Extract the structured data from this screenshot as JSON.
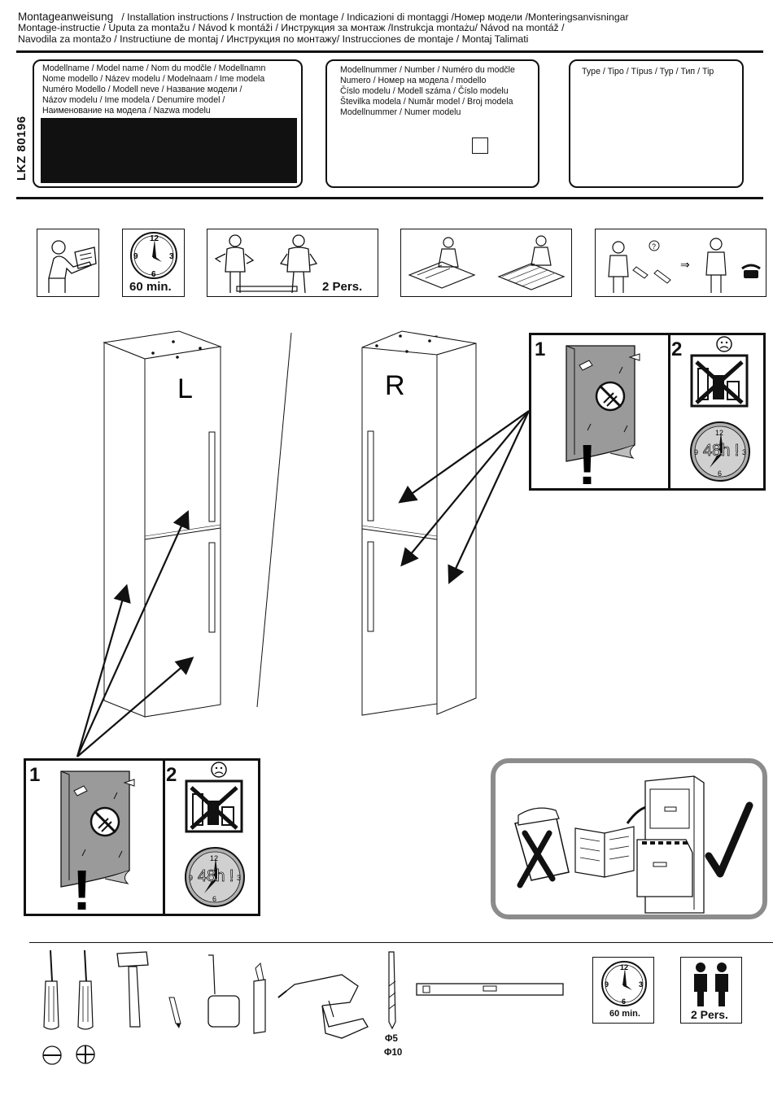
{
  "header": {
    "line1_title": "Montageanweisung",
    "line1_rest": "/ Installation instructions / Instruction de montage / Indicazioni di montaggi /Номер модели /Monteringsanvisningar",
    "line2": "Montage-instructie / Uputa za montažu / Návod k montáži / Инструкция за монтаж /Instrukcja montażu/ Návod na montáž /",
    "line3": "Navodila za montažo / Instructiune de montaj / Инструкция по монтажу/ Instrucciones de montaje / Montaj Talimati"
  },
  "model_code": "LKZ 80196",
  "model_name_box": {
    "lines": [
      "Modellname / Model name / Nom du modčle / Modellnamn",
      "Nome modello / Název modelu / Modelnaam / Ime modela",
      "Numéro Modello / Modell neve / Название модели /",
      "Názov modelu / Ime modela / Denumire model /",
      "Наименование на модела / Nazwa modelu"
    ]
  },
  "model_number_box": {
    "lines": [
      "Modellnummer / Number / Numéro du modčle",
      "Numero /  Номер на модела / modello",
      "Číslo modelu / Modell száma / Číslo modelu",
      "Številka modela / Număr model / Broj modela",
      "Modellnummer / Numer modelu"
    ]
  },
  "type_box": {
    "label": "Type / Tipo / Típus / Typ / Тип / Tip"
  },
  "top_icons": {
    "time": "60 min.",
    "persons": "2 Pers."
  },
  "cabinets": {
    "left_label": "L",
    "right_label": "R"
  },
  "warning_panels": {
    "step1": "1",
    "step2": "2",
    "wait_time": "48h !"
  },
  "tools": {
    "drill_bit_sizes": [
      "Φ5",
      "Φ10"
    ],
    "time": "60 min.",
    "persons": "2 Pers."
  },
  "colors": {
    "ink": "#111111",
    "keep_box_border": "#8c8c8c",
    "plate_gray": "#9a9a9a"
  }
}
